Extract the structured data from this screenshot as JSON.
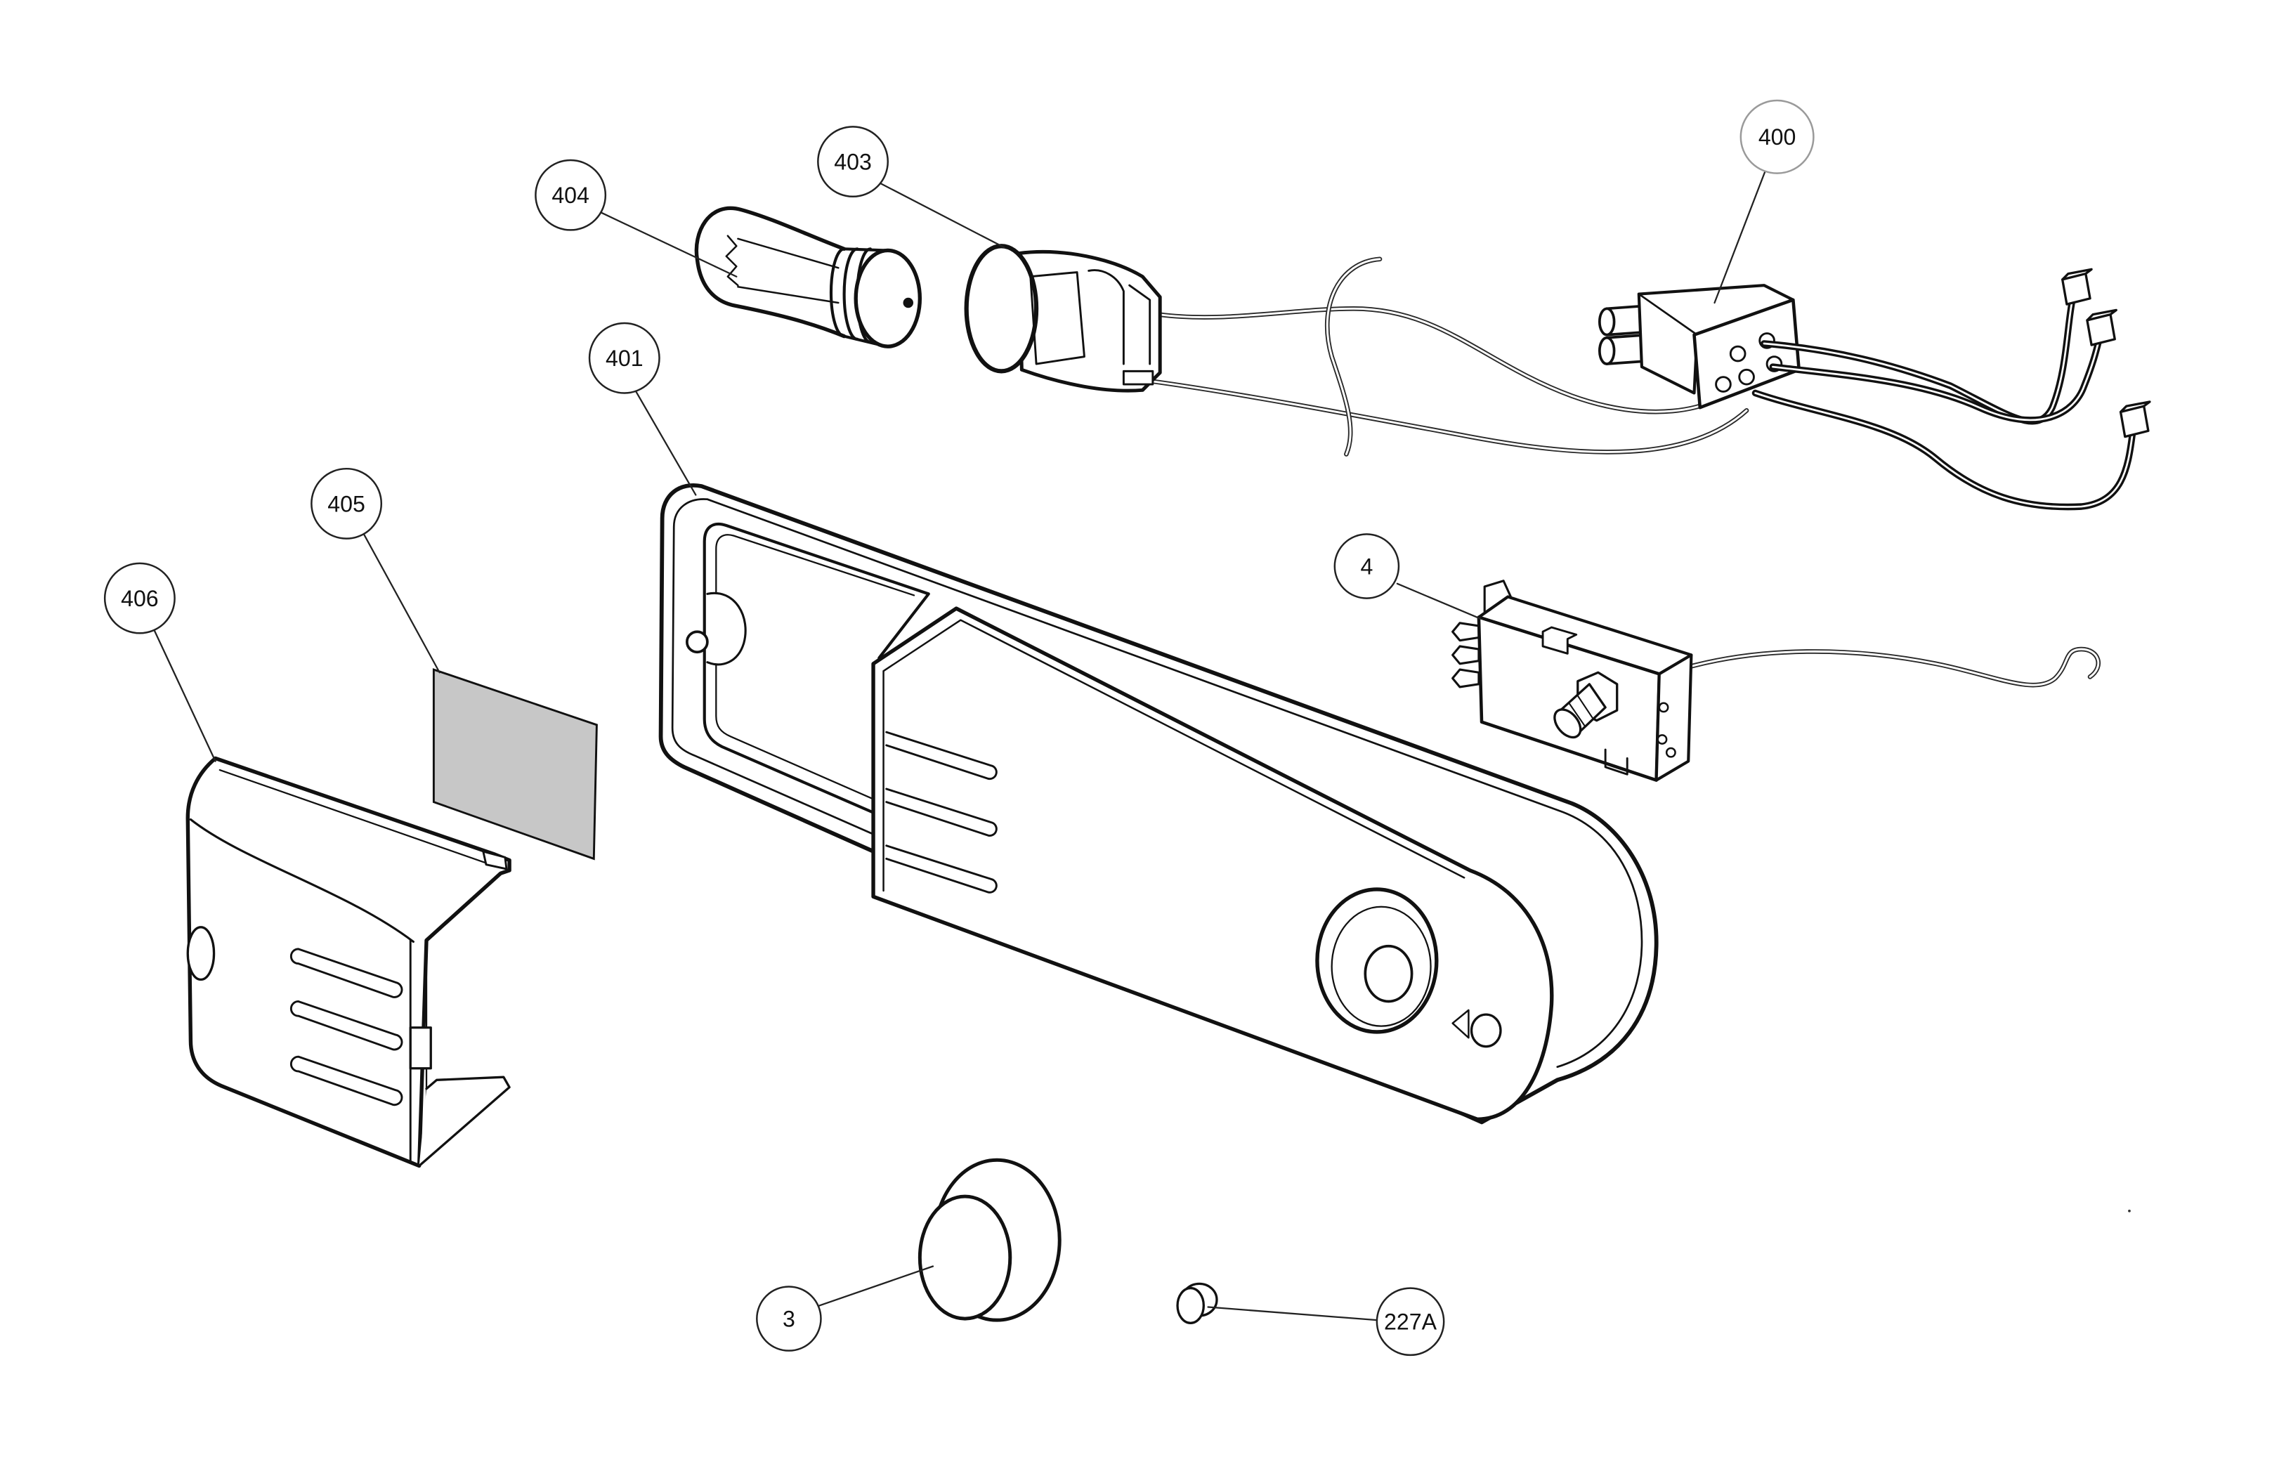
{
  "diagram": {
    "callouts": [
      "404",
      "403",
      "400",
      "401",
      "405",
      "406",
      "4",
      "3",
      "227A"
    ]
  },
  "colors": {
    "line": "#111111",
    "diffuser_fill": "#c7c7c7",
    "background": "#ffffff"
  }
}
